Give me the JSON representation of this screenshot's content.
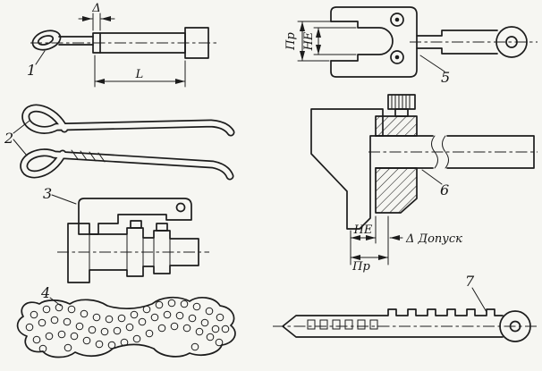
{
  "canvas": {
    "background": "#f6f6f2",
    "ink": "#1c1c1c"
  },
  "figures": {
    "eye_rod": {
      "label": "1",
      "dims": {
        "gap": "Δ",
        "length": "L"
      }
    },
    "hooks": {
      "label": "2"
    },
    "bracket_gauge": {
      "label": "3"
    },
    "perforated_plate": {
      "label": "4"
    },
    "fork_gauge": {
      "label": "5",
      "dims": {
        "go": "Пр",
        "nogo": "НЕ"
      }
    },
    "snap_gauge": {
      "label": "6",
      "dims": {
        "nogo": "НЕ",
        "tolerance": "Δ Допуск",
        "go": "Пр"
      }
    },
    "comb_gauge": {
      "label": "7"
    }
  }
}
